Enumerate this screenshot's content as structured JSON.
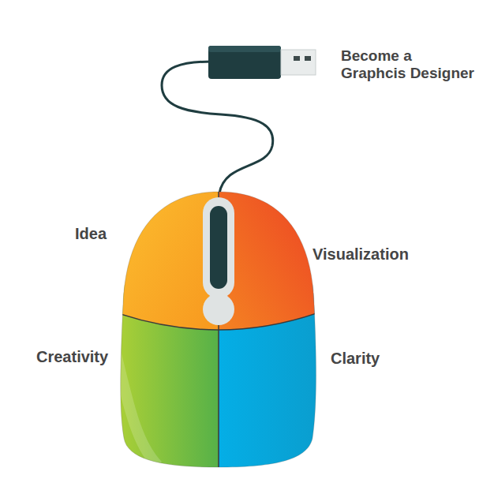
{
  "diagram": {
    "title": "Become a Graphcis Designer",
    "labels": [
      "Idea",
      "Visualization",
      "Creativity",
      "Clarity"
    ]
  }
}
